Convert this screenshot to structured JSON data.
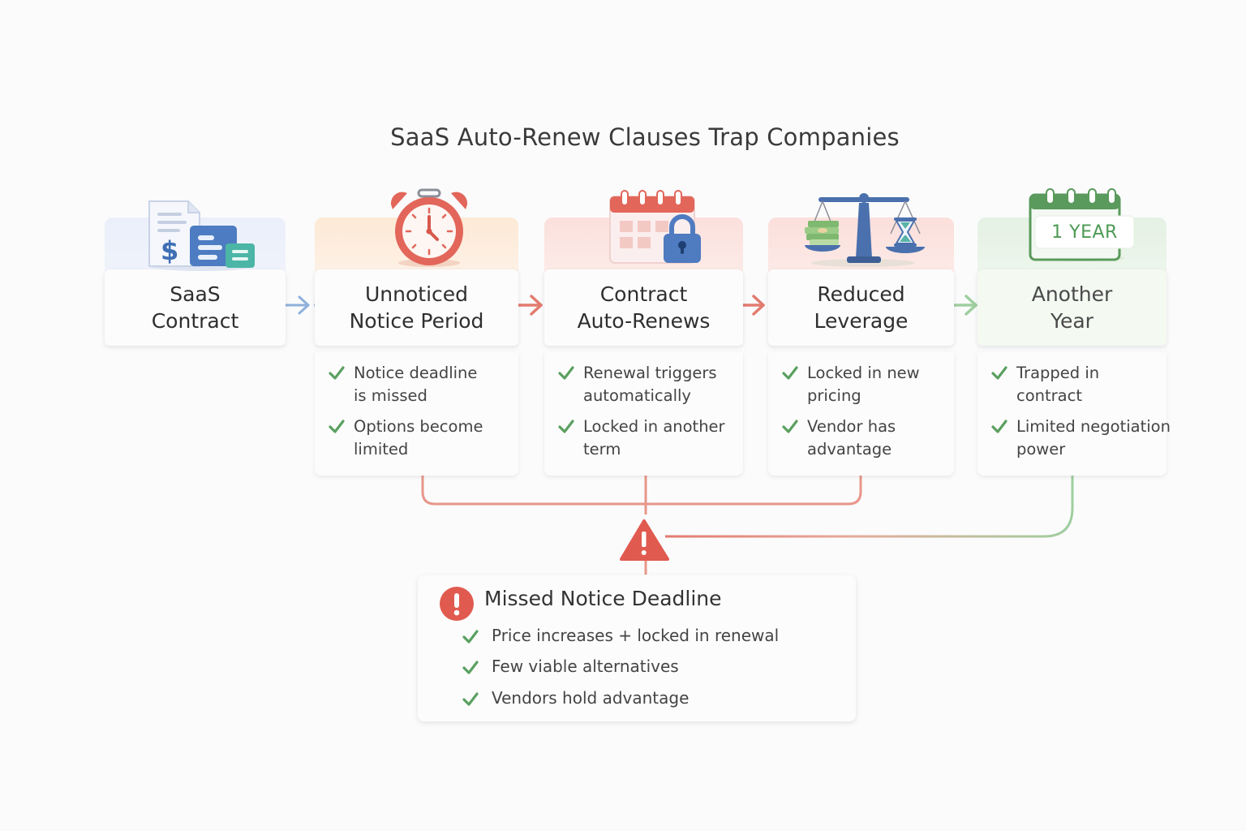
{
  "title": "SaaS Auto-Renew Clauses Trap Companies",
  "colors": {
    "blue": "#5b86c4",
    "orange": "#f3b37a",
    "red": "#e0685c",
    "green": "#6cae72",
    "check": "#5aa060"
  },
  "stages": [
    {
      "lines": [
        "SaaS",
        "Contract"
      ],
      "icon": "contract-document-dollar-icon",
      "bullets": []
    },
    {
      "lines": [
        "Unnoticed",
        "Notice Period"
      ],
      "icon": "alarm-clock-icon",
      "bullets": [
        [
          "Notice deadline",
          "is missed"
        ],
        [
          "Options become",
          "limited"
        ]
      ]
    },
    {
      "lines": [
        "Contract",
        "Auto-Renews"
      ],
      "icon": "calendar-lock-icon",
      "bullets": [
        [
          "Renewal triggers",
          "automatically"
        ],
        [
          "Locked in another",
          "term"
        ]
      ]
    },
    {
      "lines": [
        "Reduced",
        "Leverage"
      ],
      "icon": "scale-money-hourglass-icon",
      "bullets": [
        [
          "Locked in new",
          "pricing"
        ],
        [
          "Vendor has",
          "advantage"
        ]
      ]
    },
    {
      "lines": [
        "Another",
        "Year"
      ],
      "icon": "calendar-one-year-icon",
      "calendar_label": "1 YEAR",
      "bullets": [
        [
          "Trapped in",
          "contract"
        ],
        [
          "Limited negotiation",
          "power"
        ]
      ]
    }
  ],
  "outcome": {
    "title": "Missed Notice Deadline",
    "icon": "warning-triangle-icon",
    "items": [
      "Price increases + locked in renewal",
      "Few viable alternatives",
      "Vendors hold advantage"
    ]
  }
}
